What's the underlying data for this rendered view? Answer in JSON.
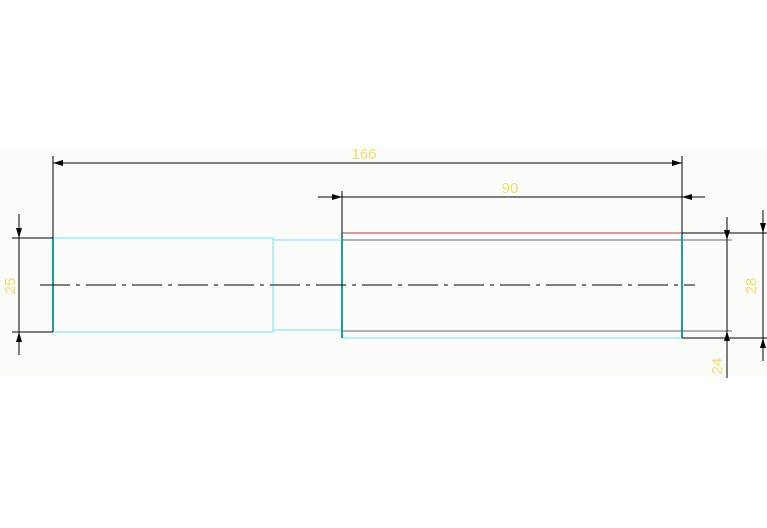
{
  "drawing": {
    "dimensions": {
      "overall_length": "166",
      "right_section_length": "90",
      "left_diameter": "25",
      "right_diameter": "28",
      "bottom_right": "24"
    },
    "colors": {
      "background": "#fcfdfa",
      "outline": "#6ee6ee",
      "dimension_line": "#000000",
      "dimension_text": "#e8e36a",
      "highlight_edge": "#c0304a",
      "centerline": "#000000"
    }
  }
}
